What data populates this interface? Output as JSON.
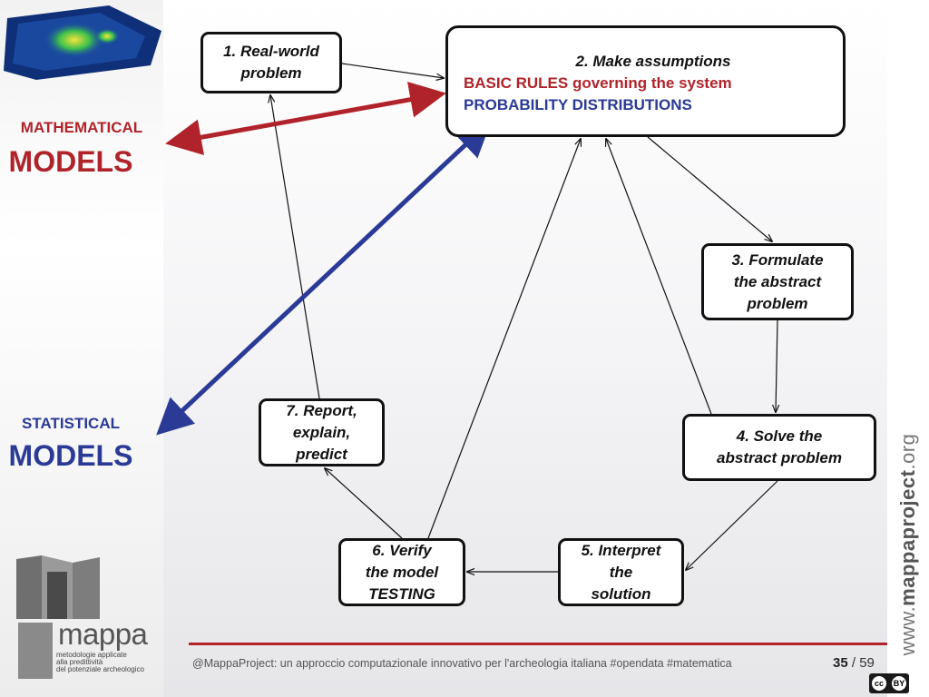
{
  "sidebar": {
    "math_label_small": "MATHEMATICAL",
    "math_label_big": "MODELS",
    "stat_label_small": "STATISTICAL",
    "stat_label_big": "MODELS"
  },
  "diagram": {
    "box1": {
      "line1": "1. Real-world",
      "line2": "problem"
    },
    "box2": {
      "title": "2. Make assumptions",
      "line_red": "BASIC RULES governing the system",
      "line_blue": "PROBABILITY DISTRIBUTIONS"
    },
    "box3": {
      "line1": "3. Formulate",
      "line2": "the abstract",
      "line3": "problem"
    },
    "box4": {
      "line1": "4. Solve the",
      "line2": "abstract problem"
    },
    "box5": {
      "line1": "5. Interpret",
      "line2": "the",
      "line3": "solution"
    },
    "box6": {
      "line1": "6. Verify",
      "line2": "the model",
      "line3": "TESTING"
    },
    "box7": {
      "line1": "7. Report,",
      "line2": "explain,",
      "line3": "predict"
    }
  },
  "footer": {
    "text": "@MappaProject: un approccio computazionale innovativo per l'archeologia italiana #opendata #matematica",
    "page_current": "35",
    "page_sep": " / ",
    "page_total": "59"
  },
  "brand": {
    "logo_word": "mappa",
    "logo_tag_1": "metodologie applicate",
    "logo_tag_2": "alla predittività",
    "logo_tag_3": "del potenziale archeologico",
    "url_prefix": "www.",
    "url_bold": "mappaproject",
    "url_suffix": ".org",
    "license_cc": "cc",
    "license_by": "BY"
  },
  "colors": {
    "red": "#b1232a",
    "blue": "#2a3a96",
    "box_border": "#111111"
  }
}
